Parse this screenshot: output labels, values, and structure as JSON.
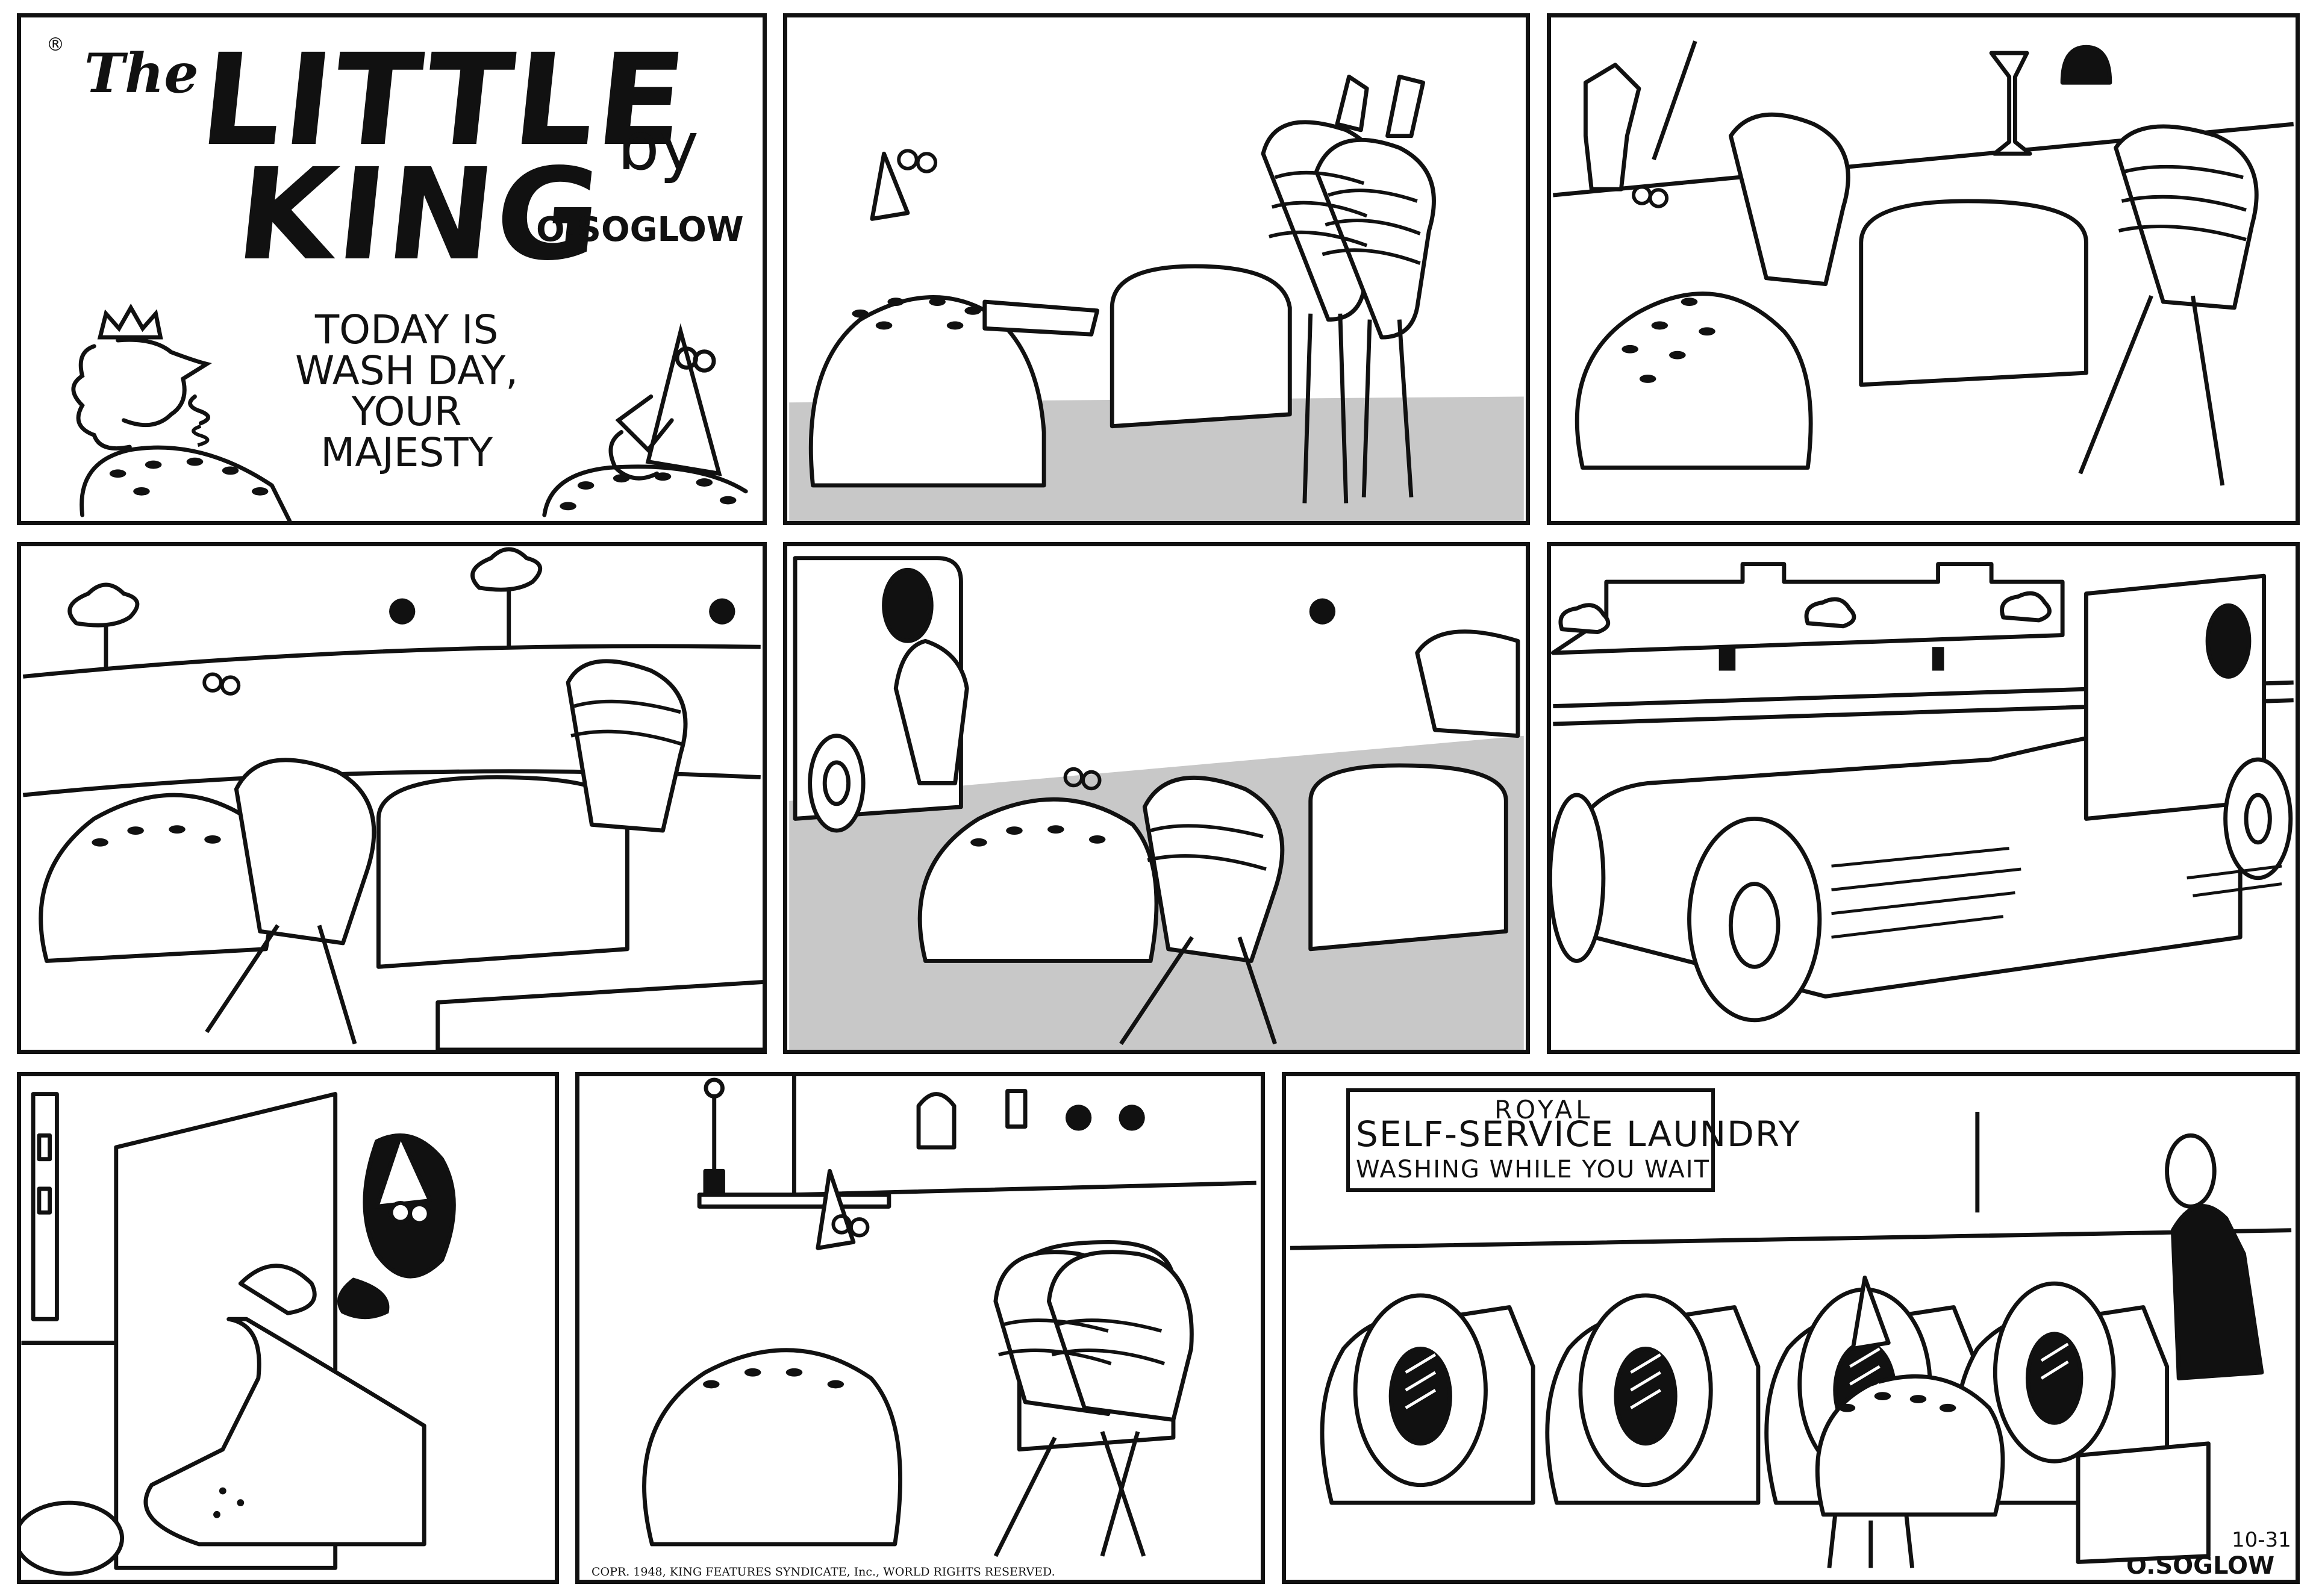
{
  "strip": {
    "title_the": "The",
    "title_little": "LITTLE",
    "title_king": "KING",
    "title_by": "by",
    "author": "O.SOGLOW",
    "registered_mark": "®"
  },
  "panel1": {
    "balloon_lines": [
      "TODAY IS",
      "WASH DAY,",
      "YOUR",
      "MAJESTY"
    ]
  },
  "panel10": {
    "copyright": "COPR. 1948, KING FEATURES SYNDICATE, Inc., WORLD RIGHTS RESERVED."
  },
  "panel11": {
    "sign_top": "ROYAL",
    "sign_main": "SELF-SERVICE LAUNDRY",
    "sign_sub": "WASHING WHILE YOU WAIT",
    "date": "10-31",
    "signature": "O.SOGLOW"
  },
  "colors": {
    "ink": "#111111",
    "paper": "#ffffff",
    "shade": "#c8c8c8"
  }
}
